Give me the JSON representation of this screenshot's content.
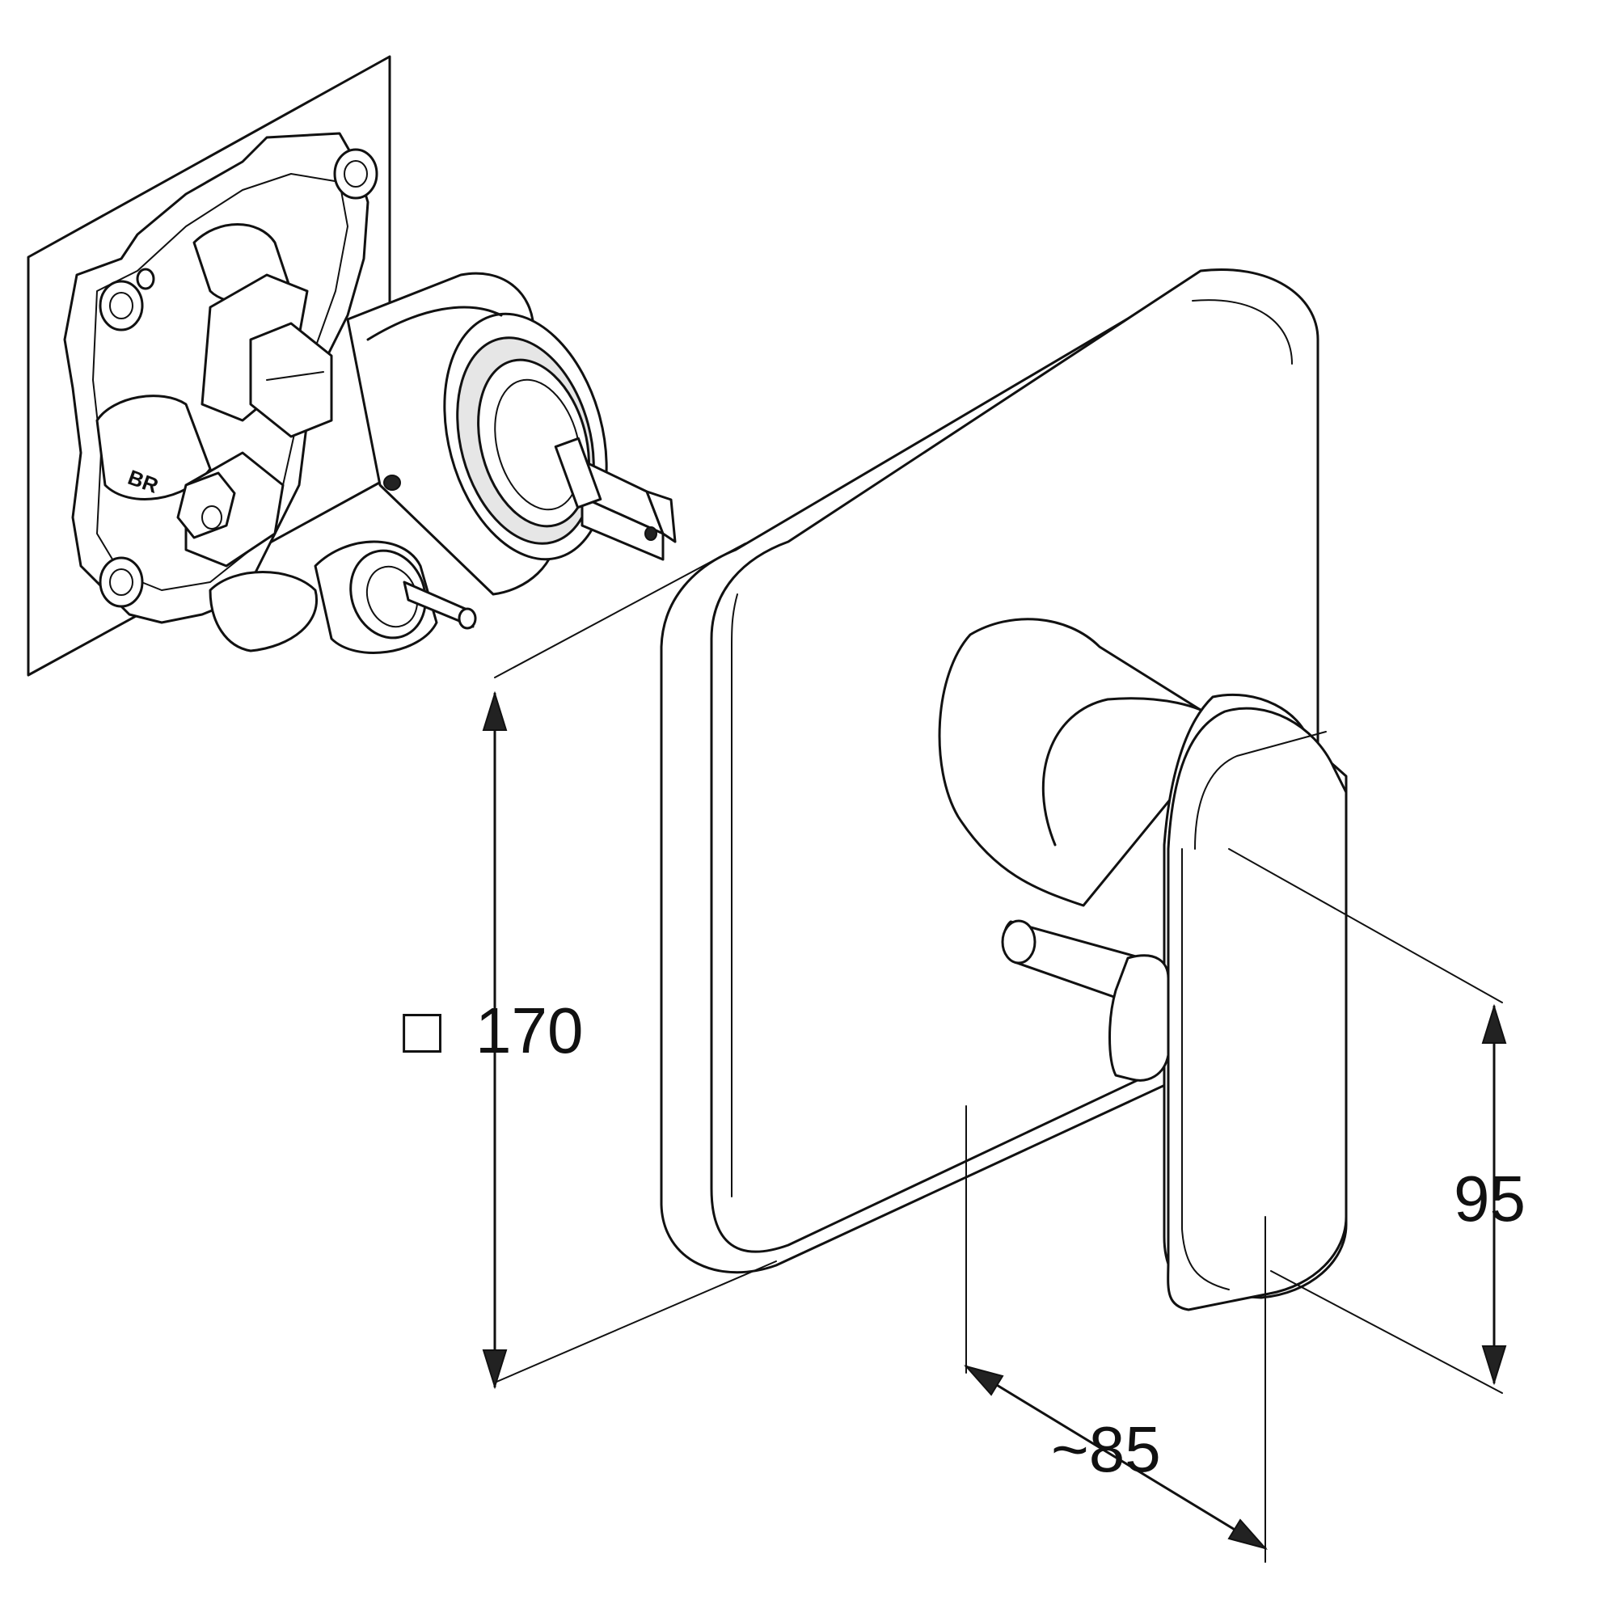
{
  "dimensions": {
    "panel_size_symbol": "□",
    "panel_size": "170",
    "handle_height": "95",
    "handle_projection": "~85"
  },
  "colors": {
    "line": "#111111",
    "background": "#ffffff"
  }
}
